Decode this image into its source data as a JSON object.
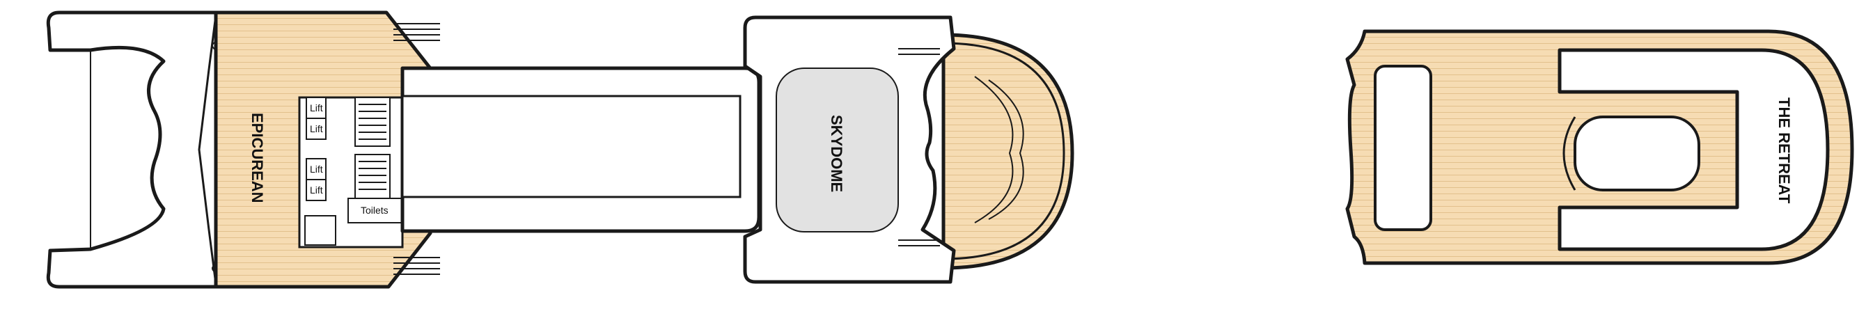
{
  "colors": {
    "deck": "#f6dcb3",
    "plank_line": "#e2c08c",
    "outline": "#1a1a1a",
    "skydome_fill": "#e2e2e2",
    "background": "#ffffff"
  },
  "labels": {
    "epicurean": "EPICUREAN",
    "lift_1": "Lift",
    "lift_2": "Lift",
    "lift_3": "Lift",
    "lift_4": "Lift",
    "toilets": "Toilets",
    "skydome": "SKYDOME",
    "retreat": "THE RETREAT"
  }
}
